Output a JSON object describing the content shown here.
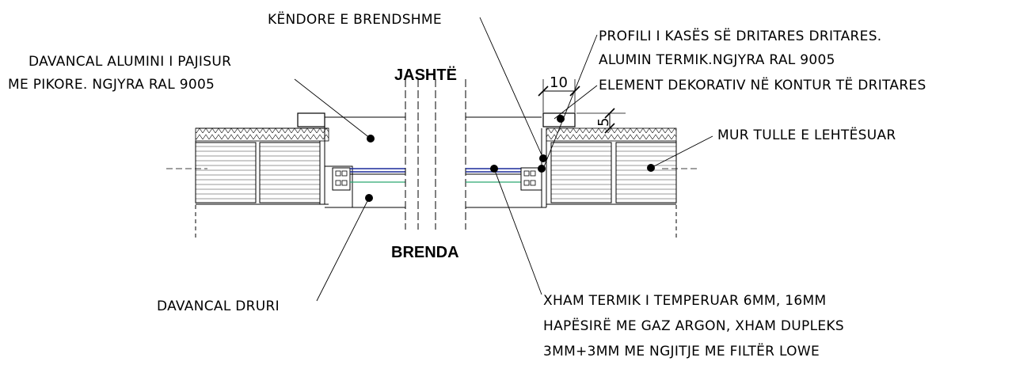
{
  "labels": {
    "outside": "JASHTË",
    "inside": "BRENDA"
  },
  "annotations": {
    "kendore": "KËNDORE E BRENDSHME",
    "davancal_alumini_1": "DAVANCAL ALUMINI I PAJISUR",
    "davancal_alumini_2": "ME PIKORE. NGJYRA RAL 9005",
    "profili_1": "PROFILI I KASËS SË DRITARES DRITARES.",
    "profili_2": "ALUMIN TERMIK.NGJYRA RAL 9005",
    "element": "ELEMENT DEKORATIV NË KONTUR TË DRITARES",
    "mur": "MUR TULLE E LEHTËSUAR",
    "davancal_druri": "DAVANCAL DRURI",
    "xham_1": "XHAM TERMIK I TEMPERUAR 6MM, 16MM",
    "xham_2": "HAPËSIRË ME GAZ ARGON, XHAM DUPLEKS",
    "xham_3": "3MM+3MM ME NGJITJE ME FILTËR LOWE"
  },
  "dimensions": {
    "d10": "10",
    "d5": "5"
  },
  "colors": {
    "line": "#000000",
    "glass_blue": "#1a2a9a",
    "glass_green": "#2aa870"
  }
}
